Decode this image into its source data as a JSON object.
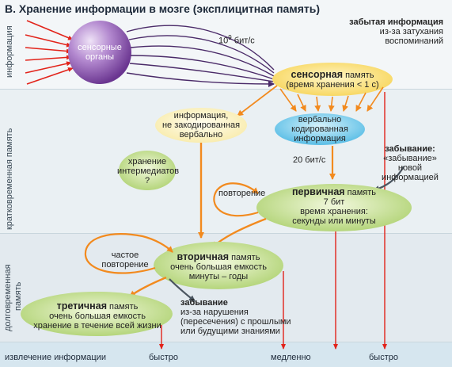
{
  "title": {
    "letter": "B.",
    "text": "Хранение информации в мозге (эксплицитная память)"
  },
  "side_labels": {
    "information": "информация",
    "short_term": "кратковременная память",
    "long_term_1": "долговременная",
    "long_term_2": "память"
  },
  "sensory_organs": {
    "line1": "сенсорные",
    "line2": "органы"
  },
  "rate_top": {
    "base": "10",
    "exp": "9",
    "unit": "бит/с"
  },
  "forgotten": {
    "bold": "забытая информация",
    "line2": "из-за затухания",
    "line3": "воспоминаний"
  },
  "sensory_memory": {
    "bold": "сенсорная",
    "rest": " память",
    "line2": "(время хранения < 1 с)"
  },
  "not_encoded": {
    "line1": "информация,",
    "line2": "не закодированная",
    "line3": "вербально"
  },
  "verbal": {
    "line1": "вербально",
    "line2": "кодированная",
    "line3": "информация"
  },
  "intermediates": {
    "line1": "хранение",
    "line2": "интермедиатов",
    "line3": "?"
  },
  "rate_mid": "20 бит/с",
  "forgetting_new": {
    "bold": "забывание:",
    "line2": "«забывание»",
    "line3": "новой",
    "line4": "информацией"
  },
  "repetition": "повторение",
  "primary": {
    "bold": "первичная",
    "rest": " память",
    "line2": "7 бит",
    "line3": "время хранения:",
    "line4": "секунды или минуты"
  },
  "frequent": {
    "line1": "частое",
    "line2": "повторение"
  },
  "secondary": {
    "bold": "вторичная",
    "rest": " память",
    "line2": "очень большая емкость",
    "line3": "минуты – годы"
  },
  "tertiary": {
    "bold": "третичная",
    "rest": " память",
    "line2": "очень большая емкость",
    "line3": "хранение в течение всей жизни"
  },
  "forgetting_interf": {
    "bold": "забывание",
    "line2": "из-за нарушения",
    "line3": "(пересечения) с прошлыми",
    "line4": "или будущими знаниями"
  },
  "footer": {
    "retrieval": "извлечение информации",
    "fast1": "быстро",
    "slow": "медленно",
    "fast2": "быстро"
  },
  "colors": {
    "red": "#e2231a",
    "orange": "#f28a1e",
    "purple": "#7b3fa0",
    "green": "#b7d77a",
    "cream": "#fbf3bf",
    "yellow": "#fbe277",
    "blue": "#5fc4ea",
    "dark_arrow": "#4a5560"
  }
}
